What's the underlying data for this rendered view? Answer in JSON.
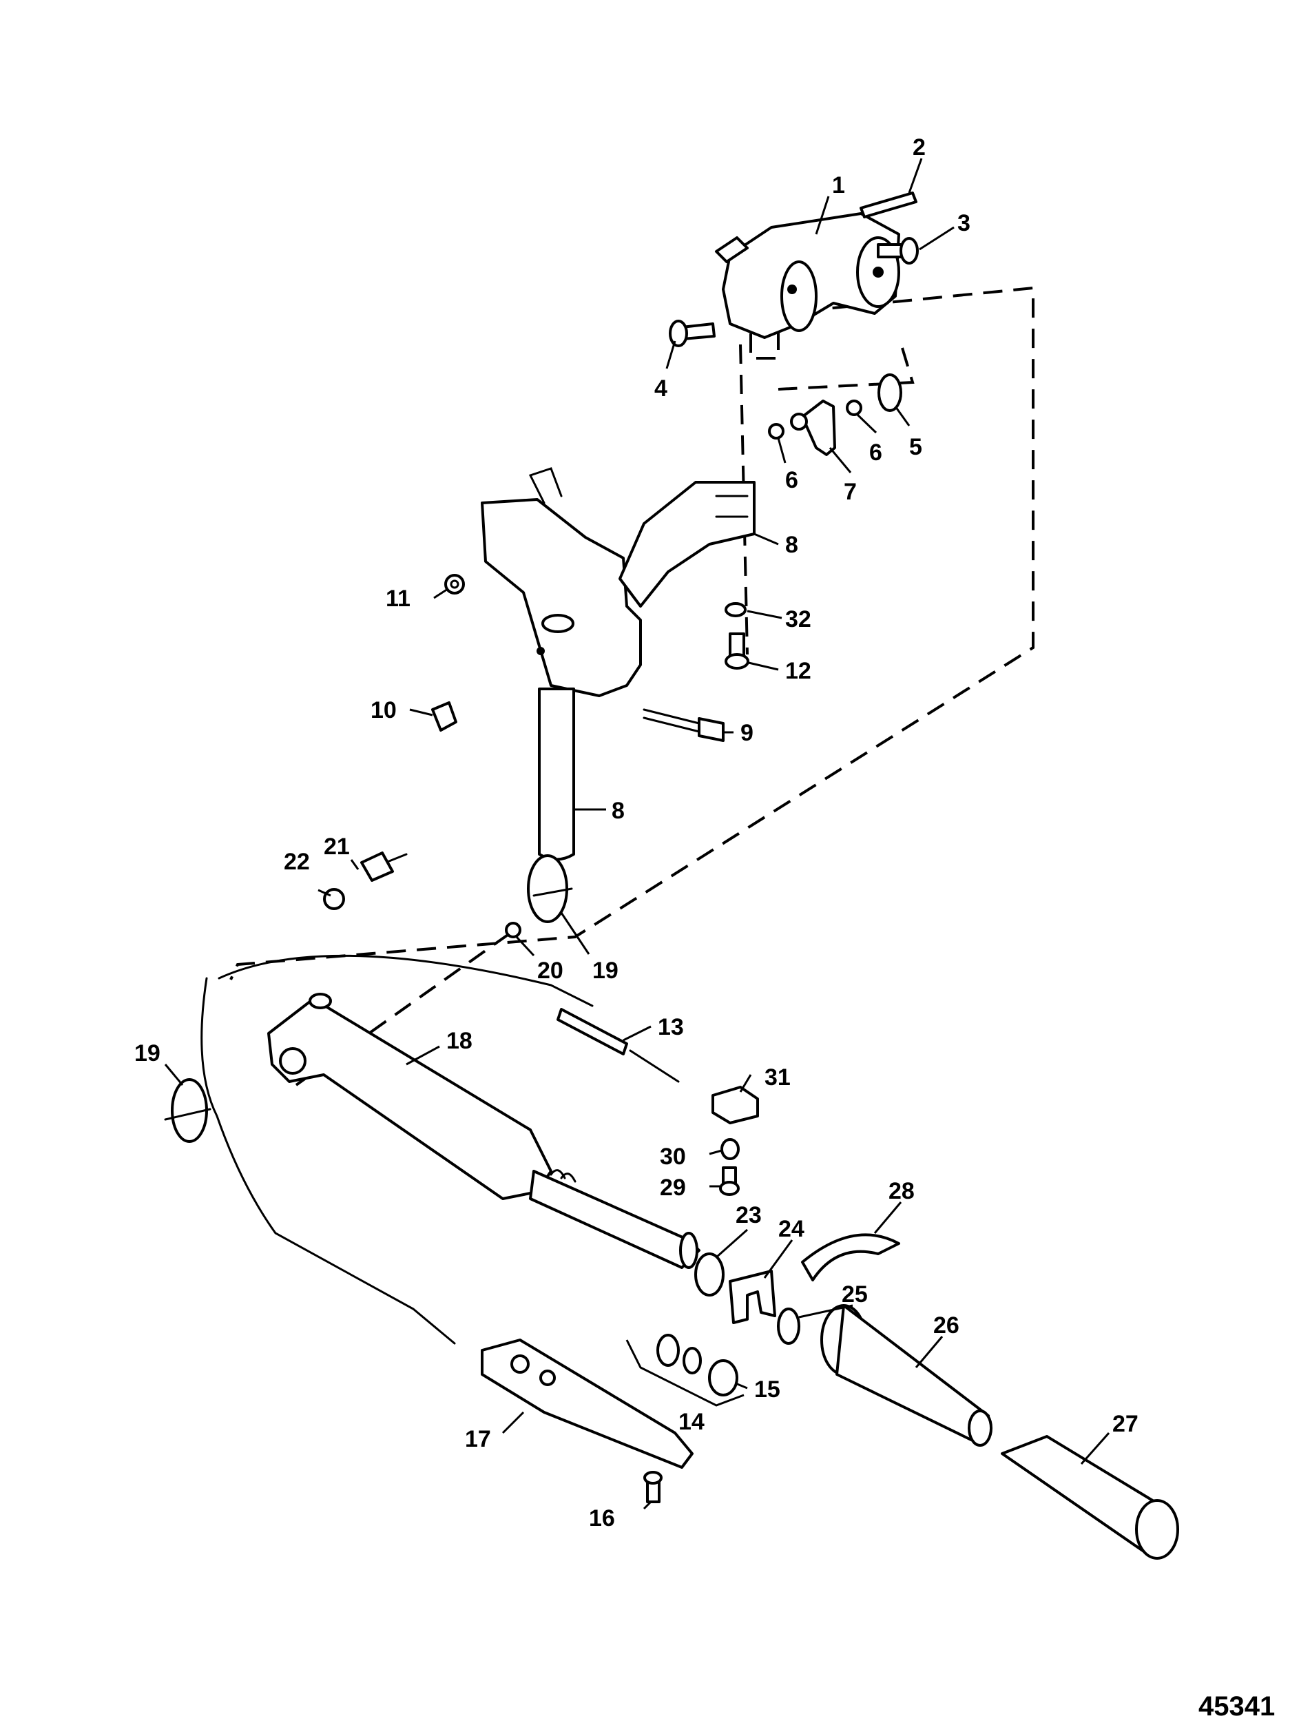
{
  "diagram": {
    "figure_number": "45341",
    "callouts": [
      "1",
      "2",
      "3",
      "4",
      "5",
      "6",
      "6",
      "7",
      "8",
      "8",
      "9",
      "10",
      "11",
      "12",
      "13",
      "14",
      "15",
      "16",
      "17",
      "18",
      "19",
      "19",
      "20",
      "21",
      "22",
      "23",
      "24",
      "25",
      "26",
      "27",
      "28",
      "29",
      "30",
      "31",
      "32"
    ]
  }
}
